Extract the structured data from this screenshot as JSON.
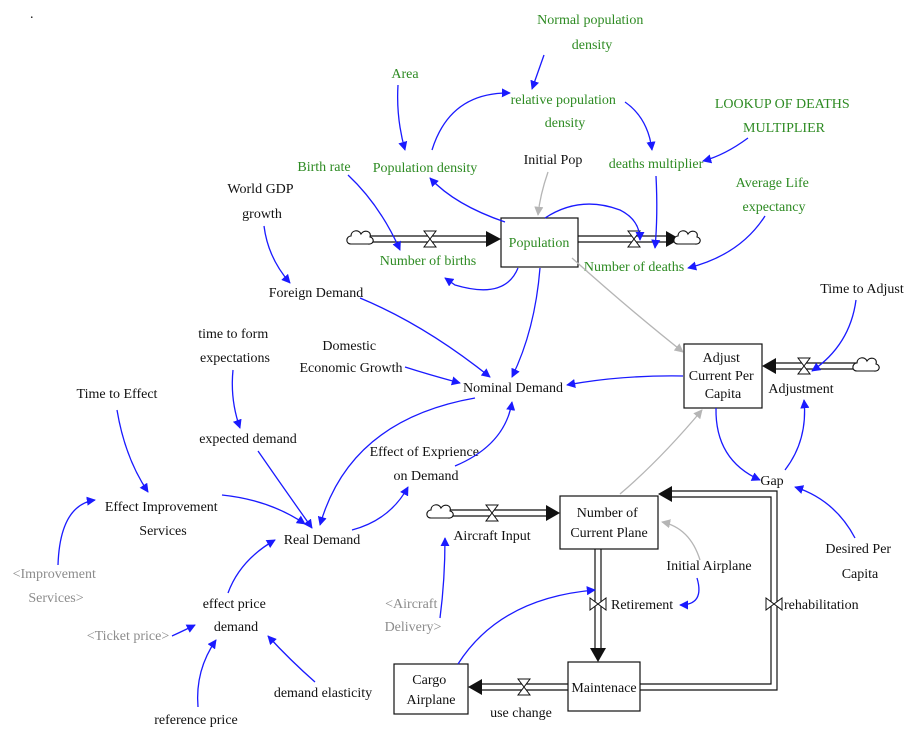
{
  "colors": {
    "link": "#1a1aff",
    "shadow_link": "#b5b5b5",
    "text_black": "#111111",
    "text_green": "#2e8b23",
    "text_gray": "#8c8c8c"
  },
  "corner_mark": ".",
  "stocks": {
    "population": "Population",
    "adjust_current_per_capita": [
      "Adjust",
      "Current Per",
      "Capita"
    ],
    "number_of_current_plane": [
      "Number of",
      "Current Plane"
    ],
    "maintenace": "Maintenace",
    "cargo_airplane": [
      "Cargo",
      "Airplane"
    ]
  },
  "flows": {
    "number_of_births": "Number of births",
    "number_of_deaths": "Number of deaths",
    "adjustment": "Adjustment",
    "aircraft_input": "Aircraft Input",
    "retirement": "Retirement",
    "rehabilitation": "rehabilitation",
    "use_change": "use change"
  },
  "variables": {
    "normal_population_density": [
      "Normal population",
      "density"
    ],
    "area": "Area",
    "relative_population_density": [
      "relative population",
      "density"
    ],
    "lookup_of_deaths_multiplier": [
      "LOOKUP OF DEATHS",
      "MULTIPLIER"
    ],
    "birth_rate": "Birth rate",
    "population_density": "Population density",
    "initial_pop": "Initial Pop",
    "deaths_multiplier": "deaths multiplier",
    "average_life_expectancy": [
      "Average Life",
      "expectancy"
    ],
    "world_gdp_growth": [
      "World GDP",
      "growth"
    ],
    "foreign_demand": "Foreign Demand",
    "time_to_adjust": "Time to Adjust",
    "time_to_form_expectations": [
      "time to form",
      "expectations"
    ],
    "domestic_economic_growth": [
      "Domestic",
      "Economic Growth"
    ],
    "nominal_demand": "Nominal Demand",
    "time_to_effect": "Time to Effect",
    "expected_demand": "expected demand",
    "effect_of_exprience_on_demand": [
      "Effect of Exprience",
      "on Demand"
    ],
    "effect_improvement_services": [
      "Effect Improvement",
      "Services"
    ],
    "real_demand": "Real Demand",
    "gap": "Gap",
    "desired_per_capita": [
      "Desired Per",
      "Capita"
    ],
    "initial_airplane": "Initial Airplane",
    "effect_price_demand": [
      "effect price",
      "demand"
    ],
    "demand_elasticity": "demand elasticity",
    "reference_price": "reference price"
  },
  "shadow_variables": {
    "improvement_services": [
      "<Improvement",
      "Services>"
    ],
    "ticket_price": "<Ticket price>",
    "aircraft_delivery": [
      "<Aircraft",
      "Delivery>"
    ]
  }
}
